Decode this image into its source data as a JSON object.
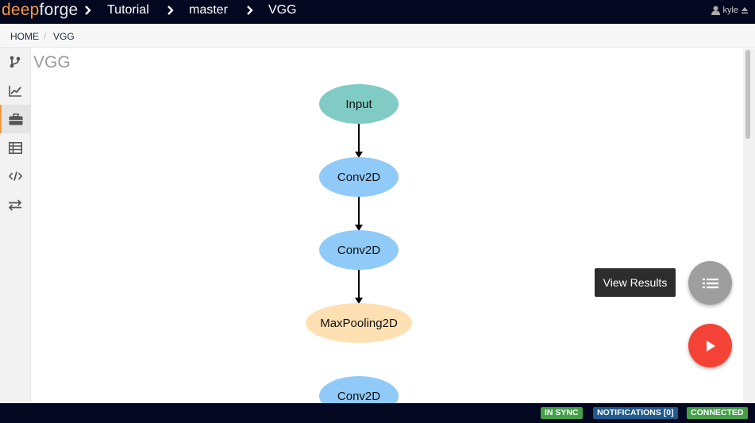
{
  "topbar": {
    "logo_deep": "deep",
    "logo_forge": "forge",
    "crumbs": [
      "Tutorial",
      "master",
      "VGG"
    ],
    "user": "kyle"
  },
  "breadcrumb": {
    "home": "HOME",
    "separator": "/",
    "current": "VGG"
  },
  "sidebar": {
    "items": [
      {
        "icon": "branch-icon",
        "active": false
      },
      {
        "icon": "line-chart-icon",
        "active": false
      },
      {
        "icon": "briefcase-icon",
        "active": true
      },
      {
        "icon": "table-icon",
        "active": false
      },
      {
        "icon": "code-icon",
        "active": false
      },
      {
        "icon": "exchange-icon",
        "active": false
      }
    ]
  },
  "main": {
    "title": "VGG",
    "nodes": [
      {
        "label": "Input",
        "color": "#80cbc4"
      },
      {
        "label": "Conv2D",
        "color": "#90caf9"
      },
      {
        "label": "Conv2D",
        "color": "#90caf9"
      },
      {
        "label": "MaxPooling2D",
        "color": "#ffe0b2"
      },
      {
        "label": "Conv2D",
        "color": "#90caf9"
      }
    ]
  },
  "actions": {
    "tooltip": "View Results",
    "results_icon": "list-icon",
    "run_icon": "play-icon"
  },
  "footer": {
    "in_sync": "IN SYNC",
    "notifications": "NOTIFICATIONS [0]",
    "connected": "CONNECTED"
  },
  "colors": {
    "topbar": "#030720",
    "accent": "#f39a3c",
    "run": "#f44336",
    "badge_green": "#43a047",
    "badge_blue": "#1e5a8c"
  }
}
